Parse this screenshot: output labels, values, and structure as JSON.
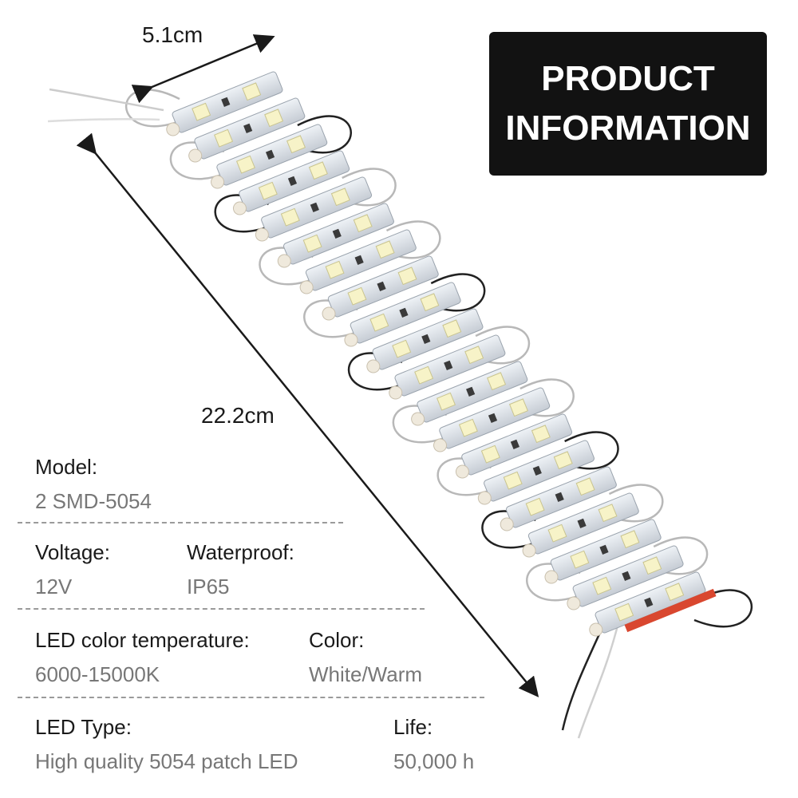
{
  "title": {
    "line1": "PRODUCT",
    "line2": "INFORMATION"
  },
  "dimensions": {
    "width": "5.1cm",
    "length": "22.2cm"
  },
  "specs": {
    "model": {
      "label": "Model:",
      "value": "2 SMD-5054"
    },
    "voltage": {
      "label": "Voltage:",
      "value": "12V"
    },
    "waterproof": {
      "label": "Waterproof:",
      "value": "IP65"
    },
    "color_temperature": {
      "label": "LED color temperature:",
      "value": "6000-15000K"
    },
    "color": {
      "label": "Color:",
      "value": "White/Warm"
    },
    "led_type": {
      "label": "LED Type:",
      "value": "High quality 5054 patch LED"
    },
    "life": {
      "label": "Life:",
      "value": "50,000 h"
    }
  },
  "colors": {
    "title_background": "#121212",
    "module_body": "#d9dfe6",
    "led_chip": "#f7f3c8",
    "wire_black": "#222222",
    "wire_white": "#ececec"
  }
}
